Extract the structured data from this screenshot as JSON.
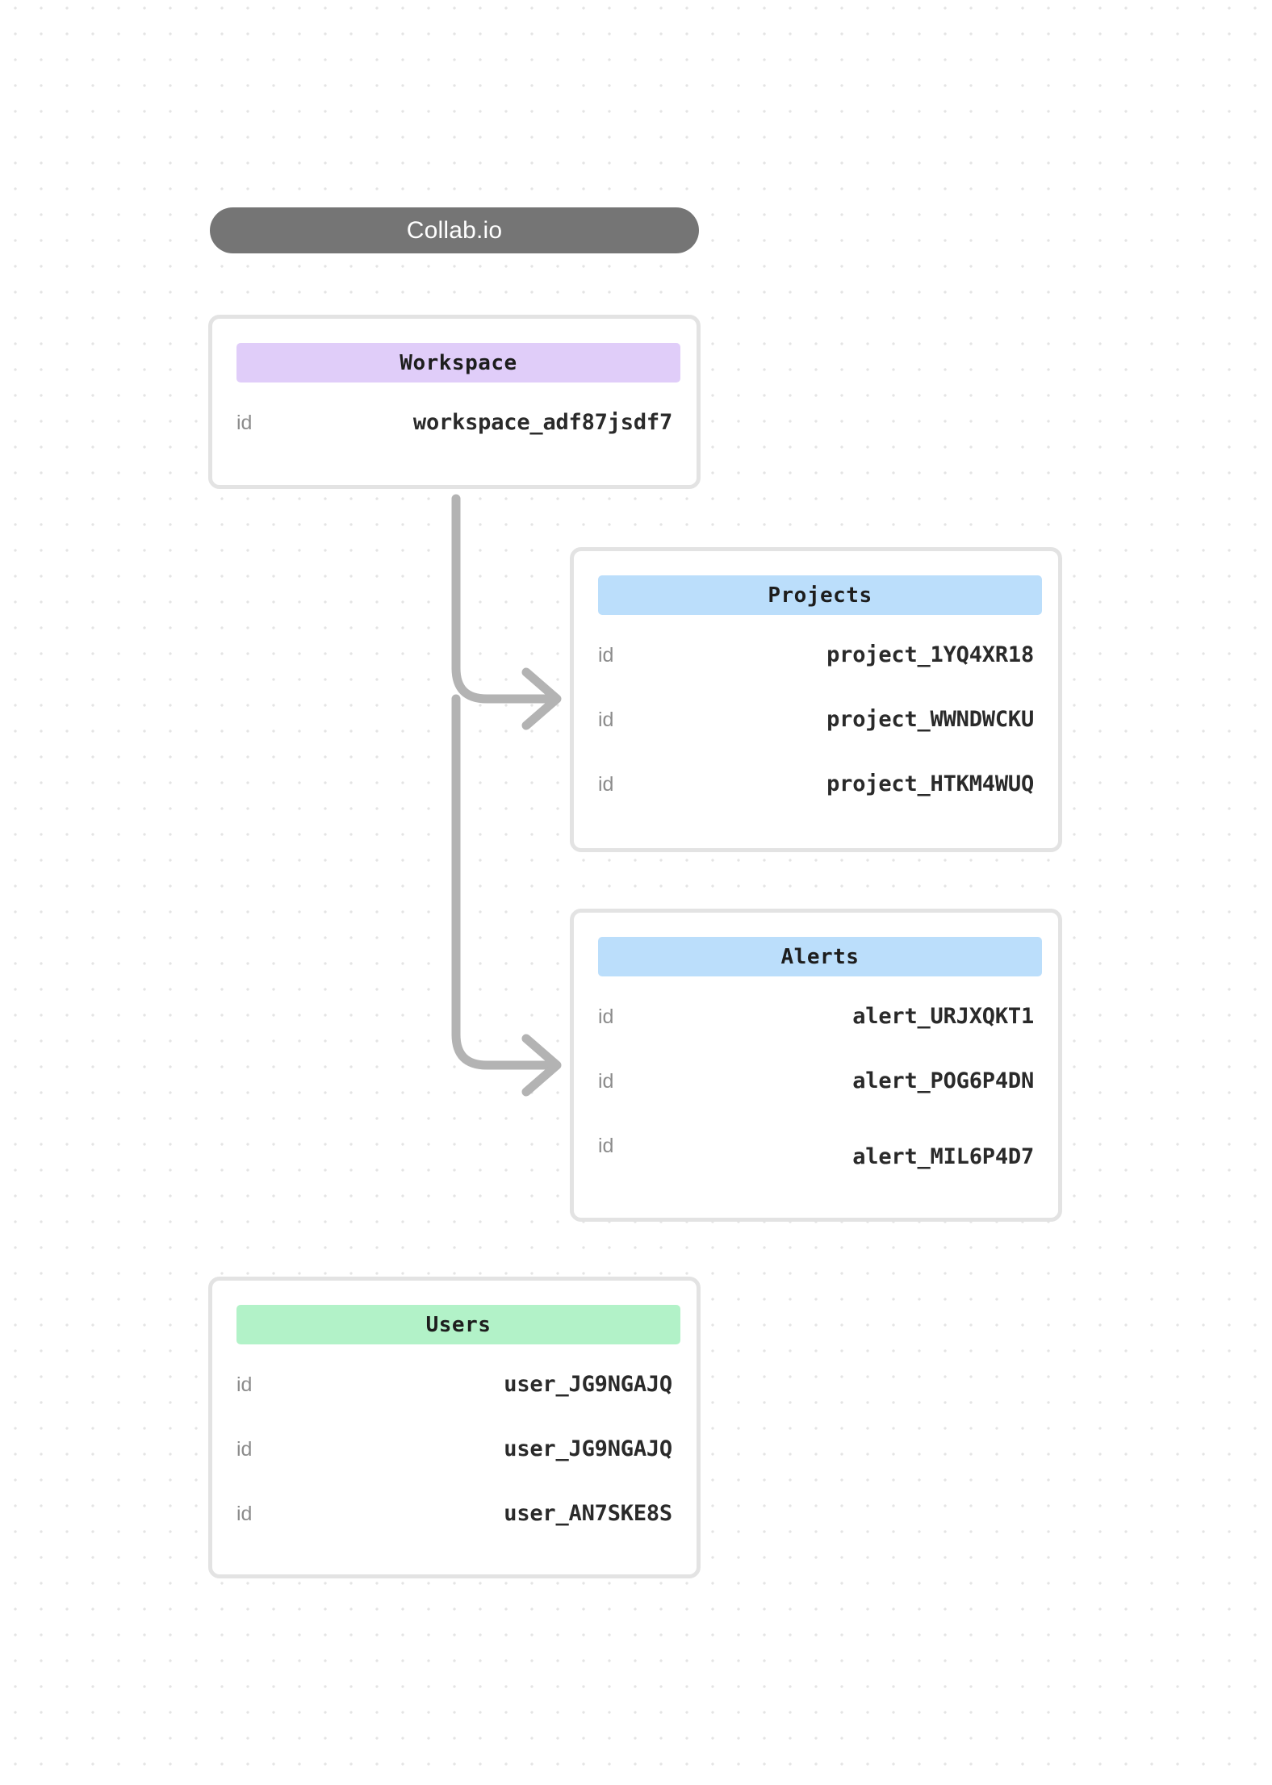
{
  "diagram": {
    "title": "Collab.io",
    "background": "dot-grid",
    "colors": {
      "title_pill": "#757575",
      "title_text": "#ffffff",
      "card_border": "#e3e3e3",
      "card_background": "#ffffff",
      "header_purple": "#e0cdf9",
      "header_blue": "#bbdefb",
      "header_green": "#b2f2c8",
      "row_label": "#8c8c8c",
      "row_value": "#2a2a2a",
      "connector": "#b3b3b3",
      "grid_dot": "#e4e4e4"
    }
  },
  "entities": {
    "workspace": {
      "name": "Workspace",
      "rows": [
        {
          "label": "id",
          "value": "workspace_adf87jsdf7"
        }
      ]
    },
    "projects": {
      "name": "Projects",
      "rows": [
        {
          "label": "id",
          "value": "project_1YQ4XR18"
        },
        {
          "label": "id",
          "value": "project_WWNDWCKU"
        },
        {
          "label": "id",
          "value": "project_HTKM4WUQ"
        }
      ]
    },
    "alerts": {
      "name": "Alerts",
      "rows": [
        {
          "label": "id",
          "value": "alert_URJXQKT1"
        },
        {
          "label": "id",
          "value": "alert_POG6P4DN"
        },
        {
          "label": "id",
          "value": "alert_MIL6P4D7"
        }
      ]
    },
    "users": {
      "name": "Users",
      "rows": [
        {
          "label": "id",
          "value": "user_JG9NGAJQ"
        },
        {
          "label": "id",
          "value": "user_JG9NGAJQ"
        },
        {
          "label": "id",
          "value": "user_AN7SKE8S"
        }
      ]
    }
  },
  "connections": [
    {
      "from": "workspace",
      "to": "projects"
    },
    {
      "from": "workspace",
      "to": "alerts"
    }
  ]
}
